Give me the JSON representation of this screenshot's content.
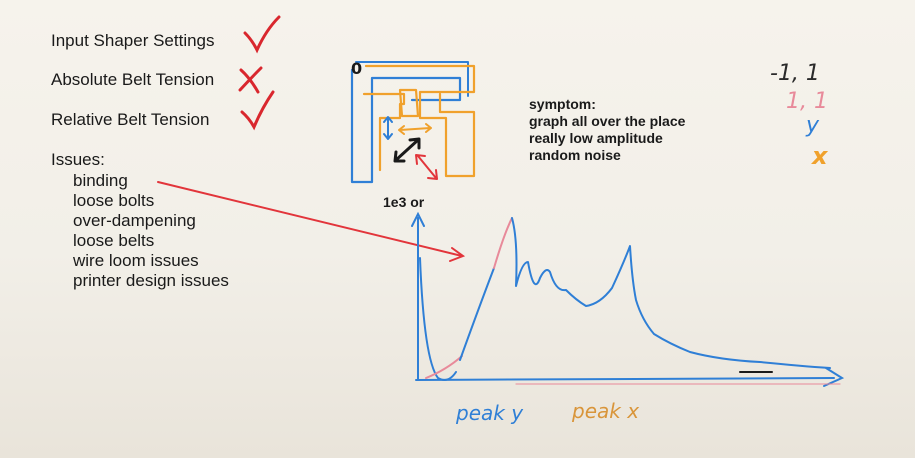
{
  "checklist": [
    {
      "label": "Input Shaper Settings",
      "mark": "check",
      "mark_color": "#d9272e"
    },
    {
      "label": "Absolute Belt Tension",
      "mark": "cross",
      "mark_color": "#d9272e"
    },
    {
      "label": "Relative Belt Tension",
      "mark": "check",
      "mark_color": "#d9272e"
    }
  ],
  "issues": {
    "title": "Issues:",
    "items": [
      "binding",
      "loose bolts",
      "over-dampening",
      "loose belts",
      "wire loom issues",
      "printer design issues"
    ]
  },
  "symptom": {
    "lines": [
      "symptom:",
      "graph all over the place",
      "really low amplitude",
      "random noise"
    ]
  },
  "note": "1e3 or",
  "legend": [
    {
      "text": "-1, 1",
      "color": "#2a2a2a"
    },
    {
      "text": "1, 1",
      "color": "#e88a9a"
    },
    {
      "text": "y",
      "color": "#2f7fd6"
    },
    {
      "text": "x",
      "color": "#f0a12c"
    }
  ],
  "axis_labels": {
    "peak_y": {
      "text": "peak y",
      "color": "#2f7fd6"
    },
    "peak_x": {
      "text": "peak x",
      "color": "#d9953a"
    }
  },
  "diagram_label": "0",
  "colors": {
    "blue": "#2f7fd6",
    "orange": "#f0a12c",
    "red": "#e2353b",
    "pink": "#e88a9a",
    "ink": "#1a1a1a"
  }
}
